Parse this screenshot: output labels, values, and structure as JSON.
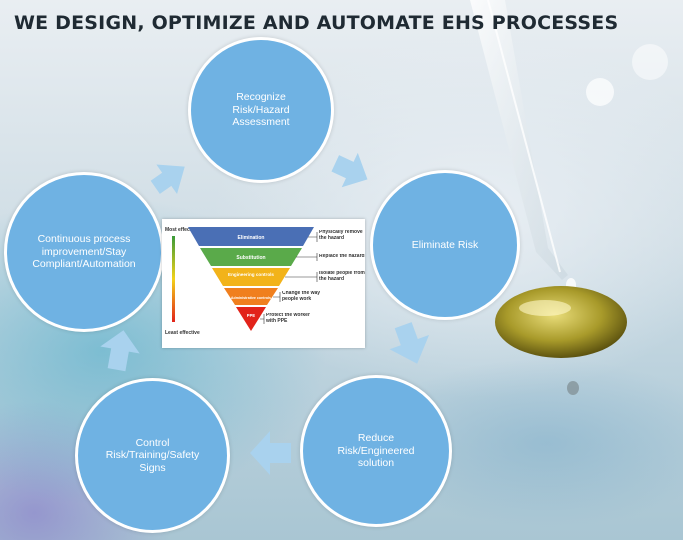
{
  "title": "WE DESIGN, OPTIMIZE AND AUTOMATE EHS PROCESSES",
  "cycle": [
    {
      "label": "Recognize Risk/Hazard Assessment"
    },
    {
      "label": "Eliminate Risk"
    },
    {
      "label": "Reduce Risk/Engineered solution"
    },
    {
      "label": "Control Risk/Training/Safety Signs"
    },
    {
      "label": "Continuous process improvement/Stay Compliant/Automation"
    }
  ],
  "hierarchy": {
    "top_label": "Most effective",
    "bottom_label": "Least effective",
    "levels": [
      {
        "name": "Elimination",
        "desc": "Physically remove the hazard",
        "color": "#4a6fb5"
      },
      {
        "name": "Substitution",
        "desc": "Replace the hazard",
        "color": "#5aaa4a"
      },
      {
        "name": "Engineering controls",
        "desc": "Isolate people from the hazard",
        "color": "#f2b31a"
      },
      {
        "name": "Administrative controls",
        "desc": "Change the way people work",
        "color": "#f07f1e"
      },
      {
        "name": "PPE",
        "desc": "Protect the worker with PPE",
        "color": "#e2231a"
      }
    ]
  },
  "colors": {
    "circle": "#6fb2e3",
    "arrow": "#a9d2ee",
    "title": "#1f2a33"
  }
}
